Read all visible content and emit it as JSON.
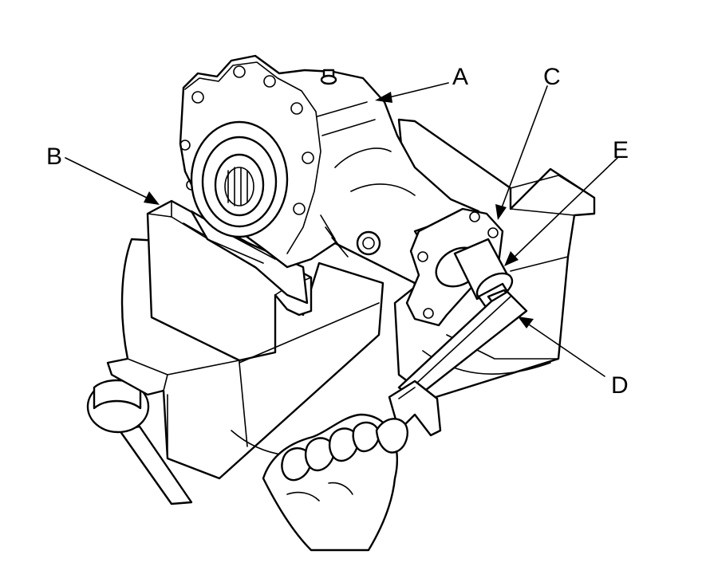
{
  "callouts": [
    {
      "id": "A",
      "text": "A"
    },
    {
      "id": "B",
      "text": "B"
    },
    {
      "id": "C",
      "text": "C"
    },
    {
      "id": "D",
      "text": "D"
    },
    {
      "id": "E",
      "text": "E"
    }
  ],
  "colors": {
    "ink": "#000000",
    "paper": "#ffffff"
  }
}
